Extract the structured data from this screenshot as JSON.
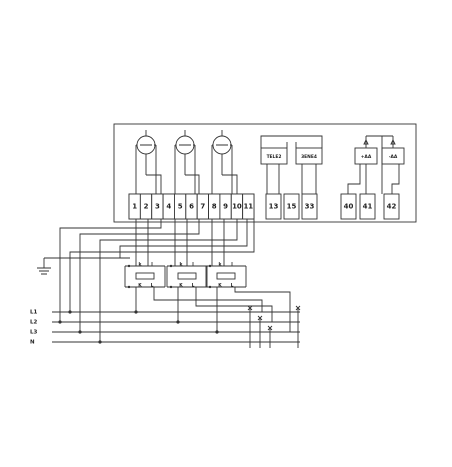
{
  "terminals": [
    "1",
    "2",
    "3",
    "4",
    "5",
    "6",
    "7",
    "8",
    "9",
    "10",
    "11"
  ],
  "aux_terminals": [
    "13",
    "15",
    "33",
    "40",
    "41",
    "42"
  ],
  "module_labels": [
    "TELE2",
    "3ENE4",
    "+AA",
    "-AA"
  ],
  "ct_labels": {
    "k": "k",
    "l": "l",
    "K": "K",
    "L": "L"
  },
  "phases": [
    "L1",
    "L2",
    "L3",
    "N"
  ]
}
